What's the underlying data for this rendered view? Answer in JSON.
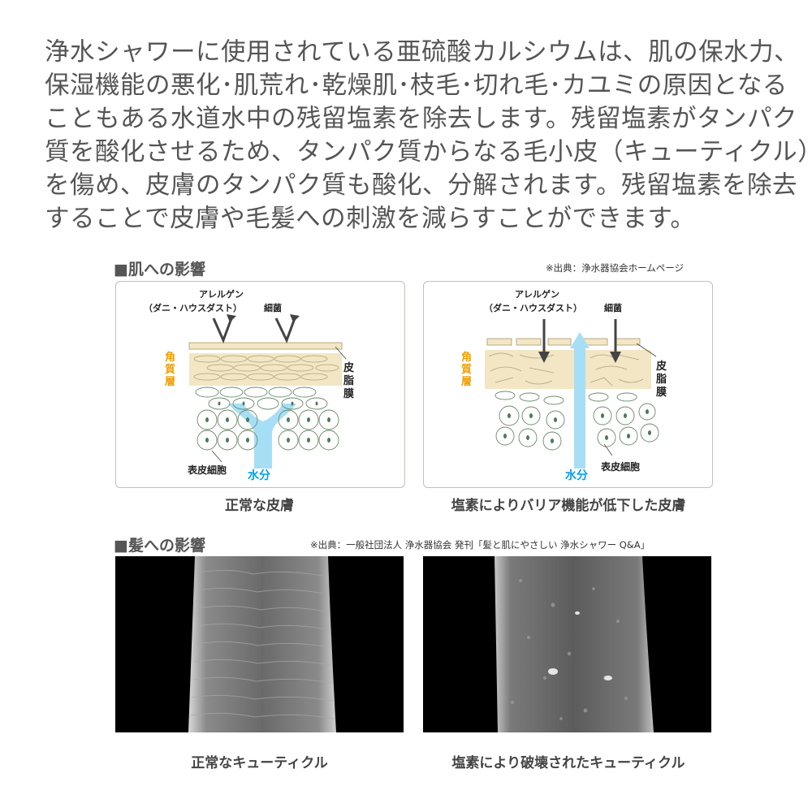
{
  "intro": {
    "lines": [
      "浄水シャワーに使用されている亜硫酸カルシウムは、肌の保水力、",
      "保湿機能の悪化･肌荒れ･乾燥肌･枝毛･切れ毛･カユミの原因となる",
      "こともある水道水中の残留塩素を除去します。残留塩素がタンパク",
      "質を酸化させるため、タンパク質からなる毛小皮（キューティクル）",
      "を傷め、皮膚のタンパク質も酸化、分解されます。残留塩素を除去",
      "することで皮膚や毛髪への刺激を減らすことができます。"
    ]
  },
  "skin_section": {
    "title": "■肌への影響",
    "source": "※出典：浄水器協会ホームページ",
    "normal": {
      "caption": "正常な皮膚",
      "allergen_line1": "アレルゲン",
      "allergen_line2": "（ダニ・ハウスダスト）",
      "bacteria": "細菌",
      "stratum_corneum": [
        "角",
        "質",
        "層"
      ],
      "sebum": [
        "皮",
        "脂",
        "膜"
      ],
      "epidermal_cells": "表皮細胞",
      "moisture": "水分"
    },
    "damaged": {
      "caption": "塩素によりバリア機能が低下した皮膚",
      "allergen_line1": "アレルゲン",
      "allergen_line2": "（ダニ・ハウスダスト）",
      "bacteria": "細菌",
      "stratum_corneum": [
        "角",
        "質",
        "層"
      ],
      "sebum": [
        "皮",
        "脂",
        "膜"
      ],
      "epidermal_cells": "表皮細胞",
      "moisture": "水分"
    }
  },
  "hair_section": {
    "title": "■髪への影響",
    "source": "※出典：一般社団法人 浄水器協会 発刊「髪と肌にやさしい 浄水シャワー Q&A」",
    "normal_caption": "正常なキューティクル",
    "damaged_caption": "塩素により破壊されたキューティクル"
  },
  "colors": {
    "text": "#555555",
    "orange": "#f0a000",
    "blue": "#00a0e9",
    "light_blue": "#a6dff5",
    "beige": "#f2e6c4",
    "cell_nucleus": "#4a7a5a",
    "border": "#b8c4b8"
  }
}
